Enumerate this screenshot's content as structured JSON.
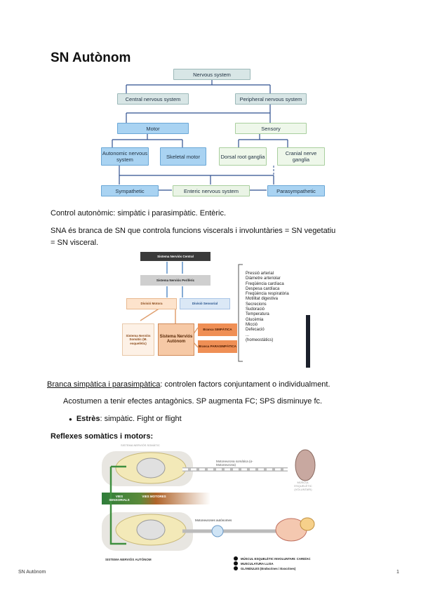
{
  "title": "SN Autònom",
  "diagram1": {
    "nervous_system": "Nervous system",
    "cns": "Central nervous system",
    "pns": "Peripheral nervous system",
    "motor": "Motor",
    "sensory": "Sensory",
    "autonomic": "Autonomic nervous system",
    "skeletal": "Skeletal motor",
    "dorsal": "Dorsal root ganglia",
    "cranial": "Cranial nerve ganglia",
    "sympathetic": "Sympathetic",
    "enteric": "Enteric nervous system",
    "parasympathetic": "Parasympathetic"
  },
  "p1": "Control autonòmic: simpàtic i parasimpàtic. Entèric.",
  "p2_line1": "SNA és branca de SN que controla funcions viscerals i involuntàries = SN vegetatiu",
  "p2_line2": "= SN visceral.",
  "diagram2": {
    "snc": "Sistema Nerviós Central",
    "snp": "Sistema Nerviós Perifèric",
    "motora": "Divisió Motora",
    "sensorial": "Divisió Sensorial",
    "somatic": "Sistema Nerviós Somàtic (M. esquelètic)",
    "autonom": "Sistema Nerviós Autònom",
    "simpatica": "Branca SIMPÀTICA",
    "parasimpatica": "Branca PARASIMPÀTICA",
    "functions": [
      "Pressió arterial",
      "Diàmetre arteriolar",
      "Freqüència cardíaca",
      "Despesa cardíaca",
      "Freqüència respiratòria",
      "Motilitat digestiva",
      "Secrecions",
      "Sudoració",
      "Temperatura",
      "Glucèmia",
      "Micció",
      "Defecació",
      "...",
      "(homeostàtics)"
    ]
  },
  "p3_underlined": "Branca simpàtica i parasimpàtica",
  "p3_rest": ": controlen factors conjuntament o individualment.",
  "p4": "Acostumen a tenir efectes antagònics. SP augmenta FC; SPS disminuye fc.",
  "bullet_bold": "Estrès",
  "bullet_rest": ": simpàtic. Fight or flight",
  "heading2": "Reflexes somàtics i motors:",
  "diagram3": {
    "sn_somatic": "SISTEMA NERVIÓS SOMÀTIC",
    "motoneurona": "Motoneurona somàtica (α-Motoneurona)",
    "muscle": "MÚSCUL ESQUELÈTIC (VOLUNTARI)",
    "vies_sens": "VIES SENSORIALS",
    "vies_mot": "VIES MOTORES",
    "motoneurones_aut": "Motoneurones autònomes",
    "sn_autonom": "SISTEMA NERVIÓS AUTÒNOM",
    "legend": [
      "MÚSCUL ESQUELÈTIC INVOLUNTARI: CARDÍAC",
      "MUSCULATURA LLISA",
      "GLÀNDULES (Endocrines i Exocrines)"
    ]
  },
  "footer_left": "SN Autònom",
  "footer_right": "1"
}
